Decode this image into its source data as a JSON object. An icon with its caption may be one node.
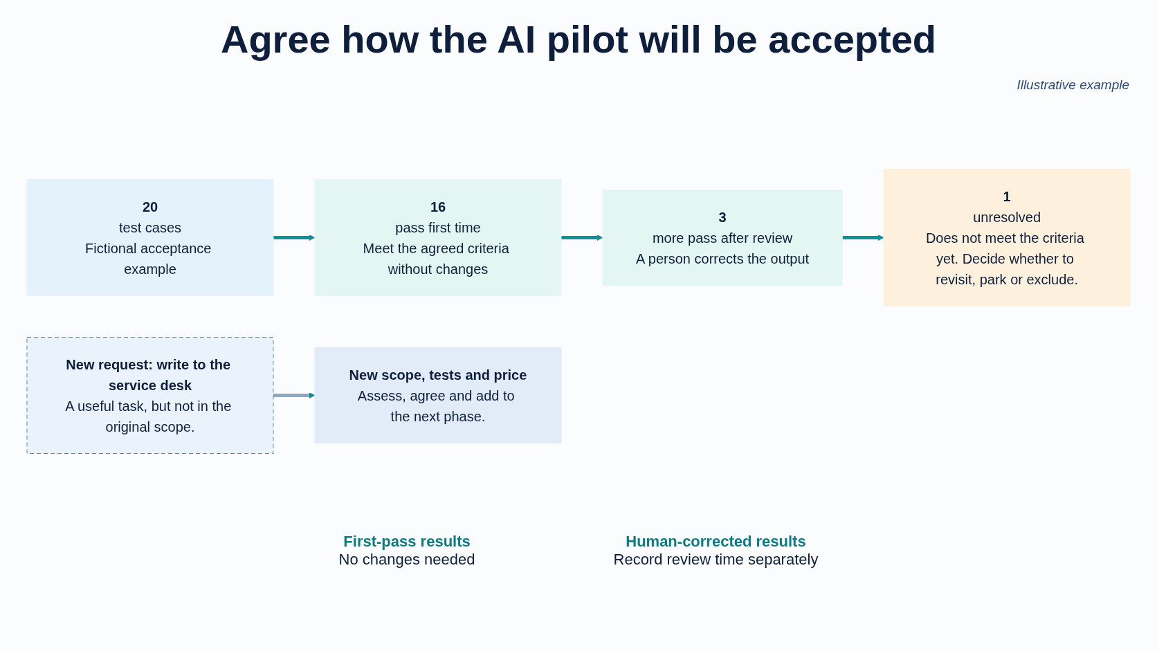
{
  "diagram": {
    "title": "Agree how the AI pilot will be accepted",
    "nodes": [
      {
        "text": [
          "20",
          "test cases",
          "Fictional acceptance example"
        ]
      },
      {
        "text": [
          "16",
          "pass first time",
          "Meet the agreed criteria without changes"
        ]
      },
      {
        "text": [
          "3",
          "more pass after review",
          "A person corrects the output"
        ]
      },
      {
        "text": [
          "1",
          "unresolved",
          "Does not meet the criteria yet. Decide whether to revisit, park or exclude."
        ]
      },
      {
        "text": [
          "New request: write to the service desk",
          "A useful task, but not in the original scope."
        ]
      },
      {
        "text": [
          "New scope, tests and price",
          "Assess, agree and add to the next phase."
        ]
      }
    ],
    "edges": [
      {
        "from": 0,
        "to": 1,
        "arrow": "to"
      },
      {
        "from": 1,
        "to": 2,
        "arrow": "to"
      },
      {
        "from": 2,
        "to": 3,
        "arrow": "to"
      },
      {
        "from": 4,
        "to": 5,
        "arrow": "to",
        "color": "#8fa8bd"
      }
    ],
    "labels": [
      "Illustrative example",
      "First-pass results",
      "No changes needed",
      "Human-corrected results",
      "Record review time separately"
    ]
  }
}
